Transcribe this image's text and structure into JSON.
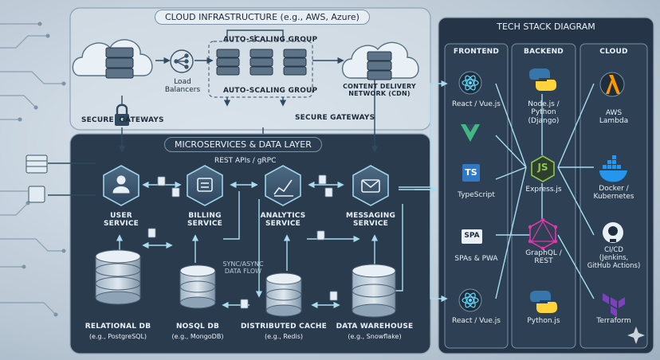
{
  "cloud_infra": {
    "title": "CLOUD INFRASTRUCTURE (e.g., AWS, Azure)",
    "auto_scaling_top": "AUTO-SCALING GROUP",
    "auto_scaling_bottom": "AUTO-SCALING GROUP",
    "load_balancers": "Load\nBalancers",
    "cdn": "CONTENT DELIVERY\nNETWORK (CDN)",
    "secure_gateways_left": "SECURE  GATEWAYS",
    "secure_gateways_right": "SECURE GATEWAYS"
  },
  "micro": {
    "title": "MICROSERVICES & DATA LAYER",
    "rest": "REST APIs / gRPC",
    "sync": "SYNC/ASYNC\nDATA FLOW",
    "services": [
      {
        "name": "USER\nSERVICE",
        "icon": "user-icon"
      },
      {
        "name": "BILLING\nSERVICE",
        "icon": "billing-icon"
      },
      {
        "name": "ANALYTICS\nSERVICE",
        "icon": "chart-icon"
      },
      {
        "name": "MESSAGING\nSERVICE",
        "icon": "envelope-icon"
      }
    ],
    "databases": [
      {
        "name": "RELATIONAL DB",
        "sub": "(e.g., PostgreSQL)"
      },
      {
        "name": "NOSQL DB",
        "sub": "(e.g., MongoDB)"
      },
      {
        "name": "DISTRIBUTED CACHE",
        "sub": "(e.g., Redis)"
      },
      {
        "name": "DATA WAREHOUSE",
        "sub": "(e.g., Snowflake)"
      }
    ]
  },
  "tech": {
    "title": "TECH STACK DIAGRAM",
    "frontend": {
      "header": "FRONTEND",
      "items": [
        "React / Vue.js",
        "",
        "TypeScript",
        "SPAs & PWA",
        "React / Vue.js"
      ]
    },
    "backend": {
      "header": "BACKEND",
      "items": [
        "Node.js /\nPython\n(Django)",
        "Express.js",
        "GraphQL /\nREST",
        "Python.js"
      ]
    },
    "cloud": {
      "header": "CLOUD",
      "items": [
        "AWS\nLambda",
        "Docker /\nKubernetes",
        "CI/CD\n(Jenkins,\nGitHub Actions)",
        "Terraform"
      ]
    }
  },
  "icon_text": {
    "ts": "TS",
    "spa": "SPA"
  },
  "colors": {
    "panel": "#2a3b4e",
    "panel_border": "#8fa4b6",
    "accent": "#9fd3e8",
    "node": "#3c5a73"
  }
}
